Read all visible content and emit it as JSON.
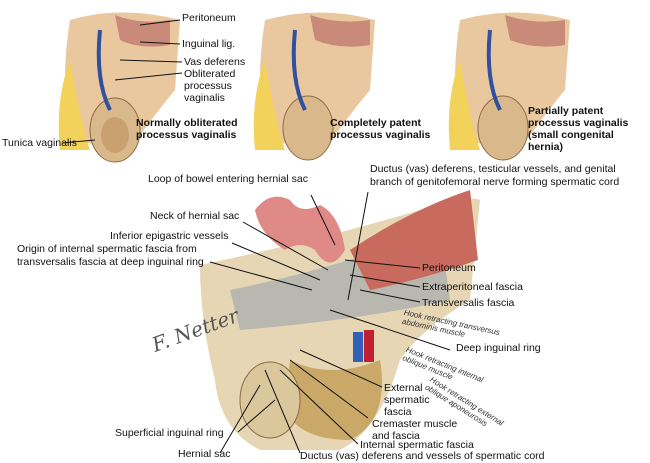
{
  "top_panels": [
    {
      "caption": "Normally obliterated processus vaginalis",
      "labels": [
        "Peritoneum",
        "Inguinal lig.",
        "Vas deferens",
        "Obliterated processus vaginalis",
        "Tunica vaginalis"
      ]
    },
    {
      "caption": "Completely patent processus vaginalis"
    },
    {
      "caption": "Partially patent processus vaginalis (small congenital hernia)"
    }
  ],
  "main_labels": {
    "ductus_top": "Ductus (vas) deferens, testicular vessels, and genital",
    "ductus_top2": "branch of genitofemoral nerve forming spermatic cord",
    "loop": "Loop of bowel entering hernial sac",
    "neck": "Neck of hernial sac",
    "inferior": "Inferior epigastric vessels",
    "origin1": "Origin of internal spermatic fascia from",
    "origin2": "transversalis fascia at deep inguinal ring",
    "peritoneum": "Peritoneum",
    "extraperitoneal": "Extraperitoneal fascia",
    "transversalis": "Transversalis fascia",
    "hook1a": "Hook retracting transversus",
    "hook1b": "abdominis muscle",
    "deep_ring": "Deep inguinal ring",
    "hook2a": "Hook retracting internal",
    "hook2b": "oblique muscle",
    "hook3a": "Hook retracting external",
    "hook3b": "oblique aponeurosis",
    "external1": "External",
    "external2": "spermatic",
    "external3": "fascia",
    "cremaster1": "Cremaster muscle",
    "cremaster2": "and fascia",
    "internal_fascia": "Internal spermatic fascia",
    "ductus_bottom": "Ductus (vas) deferens and vessels of spermatic cord",
    "superficial": "Superficial inguinal ring",
    "hernial_sac": "Hernial sac"
  },
  "signature": "F. Netter"
}
